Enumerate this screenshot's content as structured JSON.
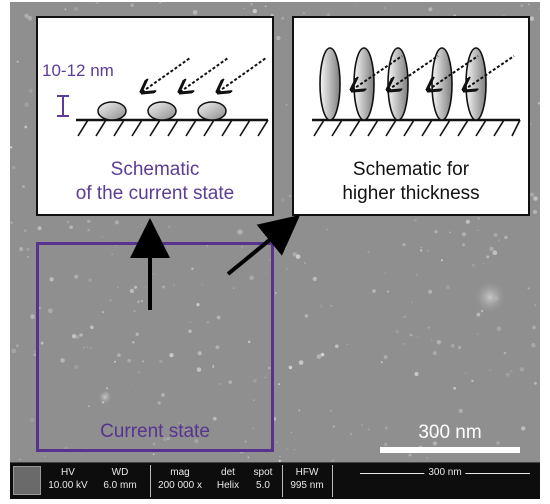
{
  "annotations": {
    "left_panel_thickness": "10-12 nm",
    "left_panel_caption": [
      "Schematic",
      "of the current state"
    ],
    "right_panel_caption": [
      "Schematic for",
      "higher thickness"
    ],
    "current_state_label": "Current state",
    "scale_bar_label": "300 nm"
  },
  "databar": {
    "columns": [
      {
        "header": "HV",
        "value": "10.00 kV"
      },
      {
        "header": "WD",
        "value": "6.0 mm"
      },
      {
        "header": "mag",
        "value": "200 000 x"
      },
      {
        "header": "det",
        "value": "Helix"
      },
      {
        "header": "spot",
        "value": "5.0"
      },
      {
        "header": "HFW",
        "value": "995 nm"
      }
    ],
    "scale_text": "300 nm"
  },
  "colors": {
    "accent_purple": "#55338f",
    "caption_purple": "#5c3c98",
    "micrograph_gray": "#8e8e8e"
  }
}
